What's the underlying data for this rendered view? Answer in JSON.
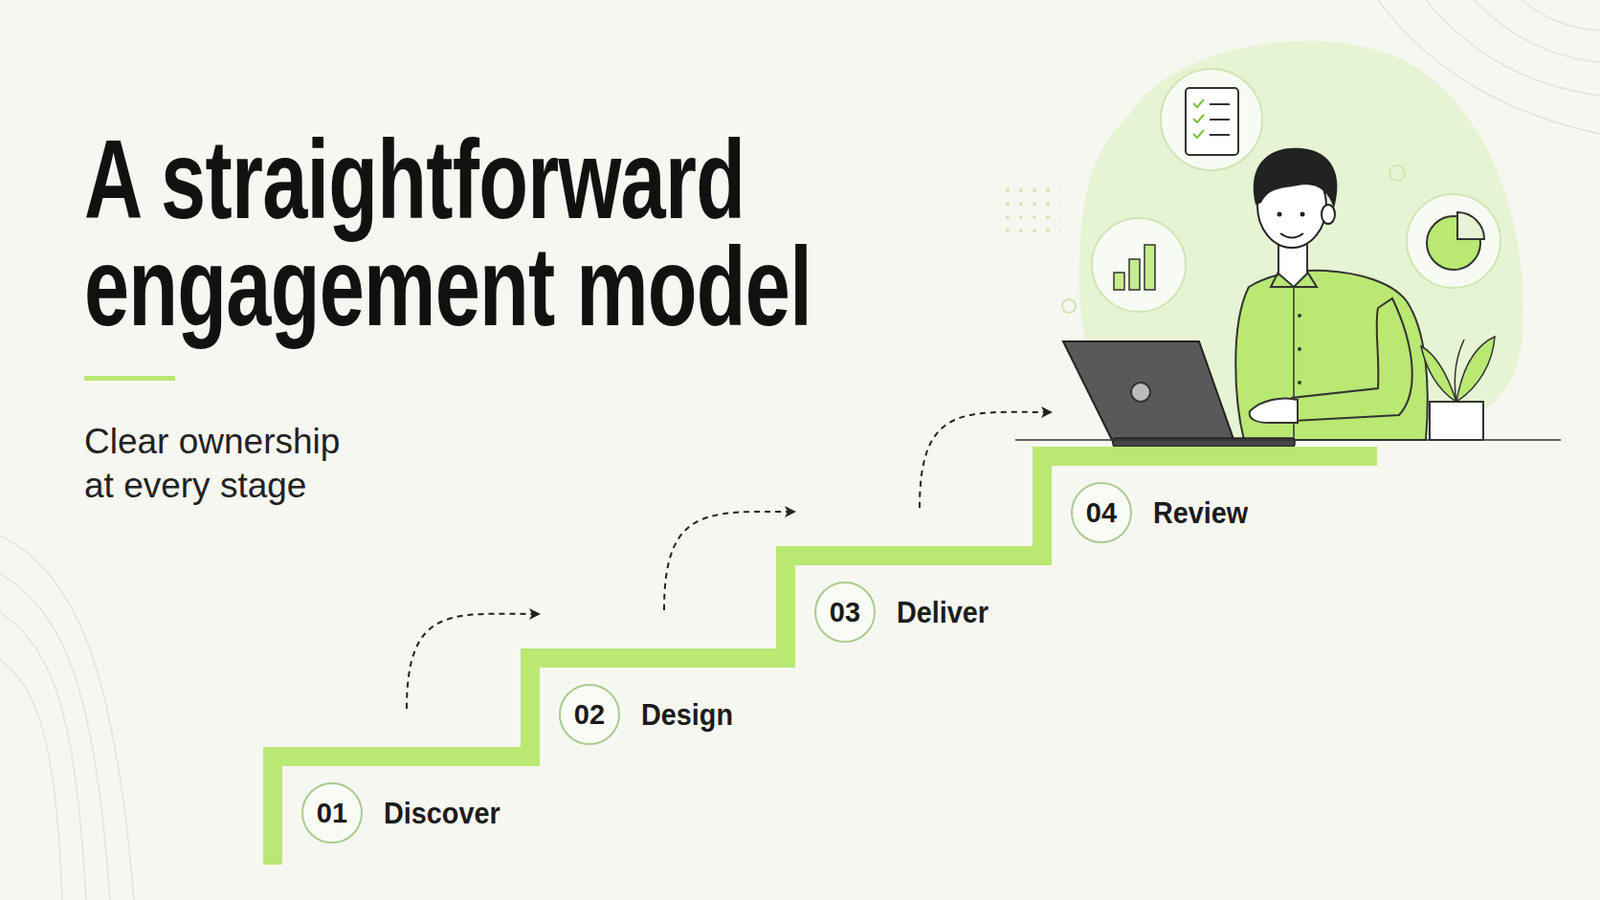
{
  "diagram": {
    "title": "A straightforward engagement model",
    "nodes": [
      {
        "text": [
          "01",
          "Discover"
        ]
      },
      {
        "text": [
          "02",
          "Design"
        ]
      },
      {
        "text": [
          "03",
          "Deliver"
        ]
      },
      {
        "text": [
          "04",
          "Review"
        ]
      }
    ],
    "edges": [
      {
        "from": 0,
        "to": 1,
        "arrow": "to"
      },
      {
        "from": 1,
        "to": 2,
        "arrow": "to"
      },
      {
        "from": 2,
        "to": 3,
        "arrow": "to"
      }
    ],
    "labels": [
      "Clear ownership at every stage"
    ]
  }
}
